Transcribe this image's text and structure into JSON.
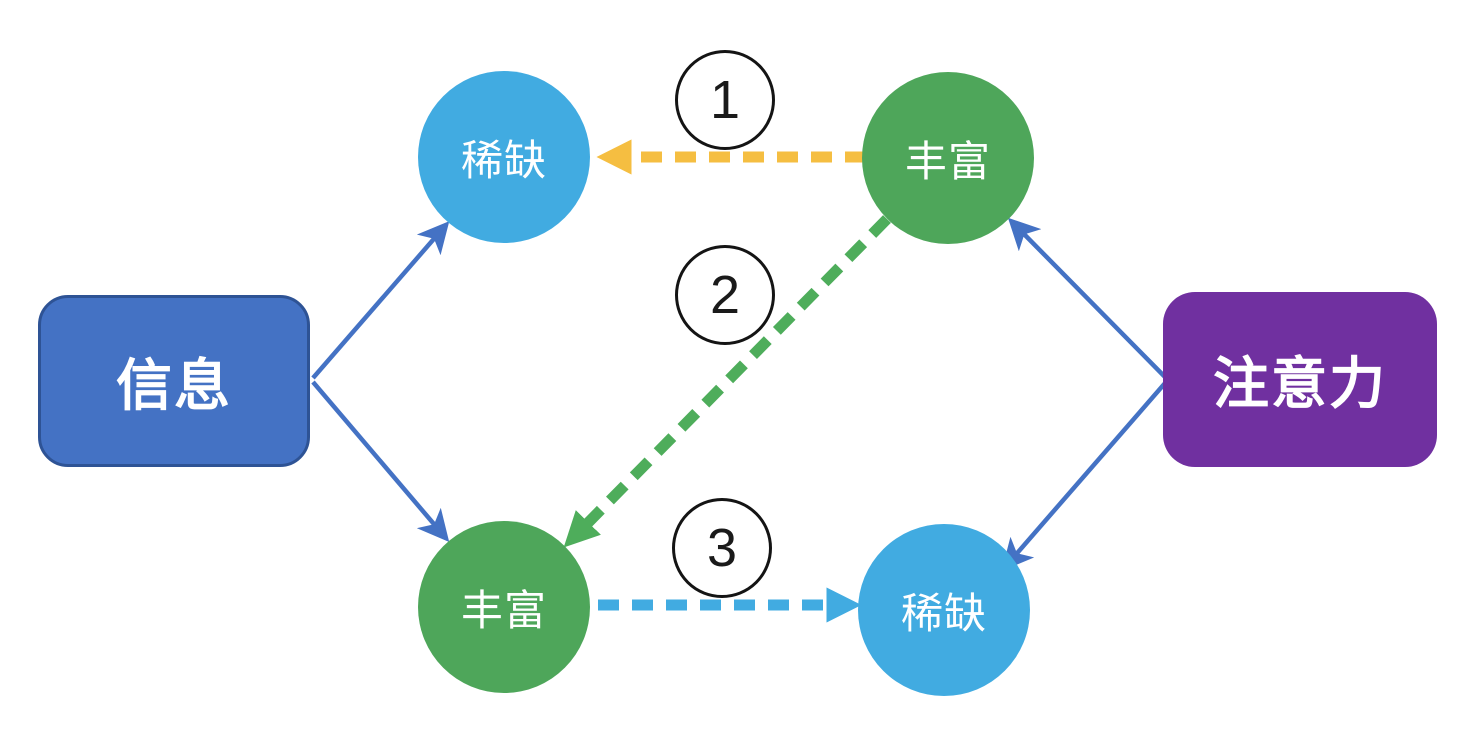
{
  "diagram": {
    "info_box": {
      "label": "信息",
      "fill": "#4472C4",
      "border_color": "#2E5395"
    },
    "attention_box": {
      "label": "注意力",
      "fill": "#7030A0"
    },
    "nodes": {
      "top_left": {
        "label": "稀缺",
        "fill": "#41ABE1"
      },
      "top_right": {
        "label": "丰富",
        "fill": "#4EA65A"
      },
      "bottom_left": {
        "label": "丰富",
        "fill": "#4EA65A"
      },
      "bottom_right": {
        "label": "稀缺",
        "fill": "#41ABE1"
      }
    },
    "step_badges": {
      "one": {
        "label": "1"
      },
      "two": {
        "label": "2"
      },
      "three": {
        "label": "3"
      }
    },
    "arrows": {
      "solid_color": "#4472C4",
      "dashed_yellow": "#F5BE41",
      "dashed_green": "#4EAD5B",
      "dashed_blue": "#41ABE1"
    }
  }
}
